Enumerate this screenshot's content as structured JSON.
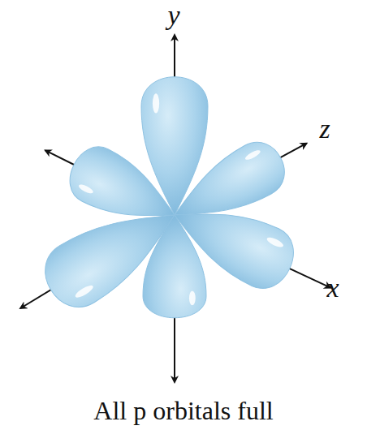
{
  "diagram": {
    "caption": "All p orbitals full",
    "labels": [
      "y",
      "z",
      "x"
    ]
  }
}
